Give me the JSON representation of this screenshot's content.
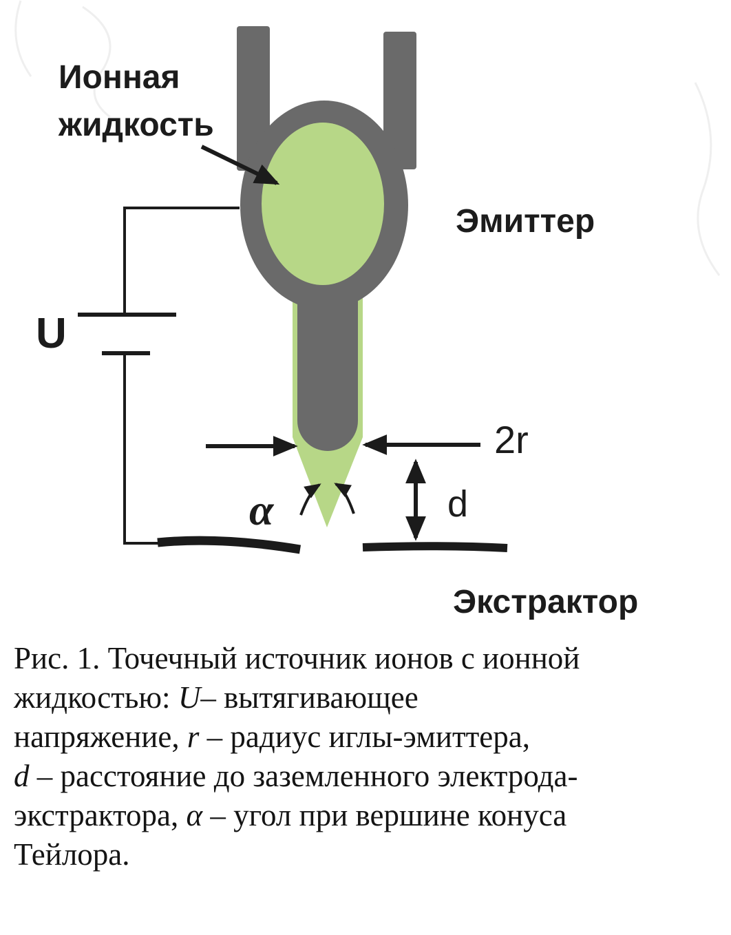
{
  "diagram": {
    "labels": {
      "ionic_liquid_line1": "Ионная",
      "ionic_liquid_line2": "жидкость",
      "emitter": "Эмиттер",
      "extractor": "Экстрактор",
      "voltage": "U",
      "tip_diameter": "2r",
      "distance": "d",
      "alpha": "α"
    },
    "colors": {
      "emitter_gray": "#6a6a6a",
      "liquid_green": "#b7d787",
      "line_black": "#1b1b1b"
    }
  },
  "caption": {
    "lines": [
      [
        {
          "t": "Рис. 1. Точечный источник ионов с ионной"
        }
      ],
      [
        {
          "t": "жидкостью: "
        },
        {
          "t": "U",
          "i": true
        },
        {
          "t": "– вытягивающее"
        }
      ],
      [
        {
          "t": "напряжение, "
        },
        {
          "t": "r",
          "i": true
        },
        {
          "t": " – радиус иглы-эмиттера,"
        }
      ],
      [
        {
          "t": "d",
          "i": true
        },
        {
          "t": " – расстояние до заземленного электрода-"
        }
      ],
      [
        {
          "t": "экстрактора, "
        },
        {
          "t": "α",
          "i": true
        },
        {
          "t": " – угол при вершине конуса"
        }
      ],
      [
        {
          "t": "Тейлора."
        }
      ]
    ]
  }
}
